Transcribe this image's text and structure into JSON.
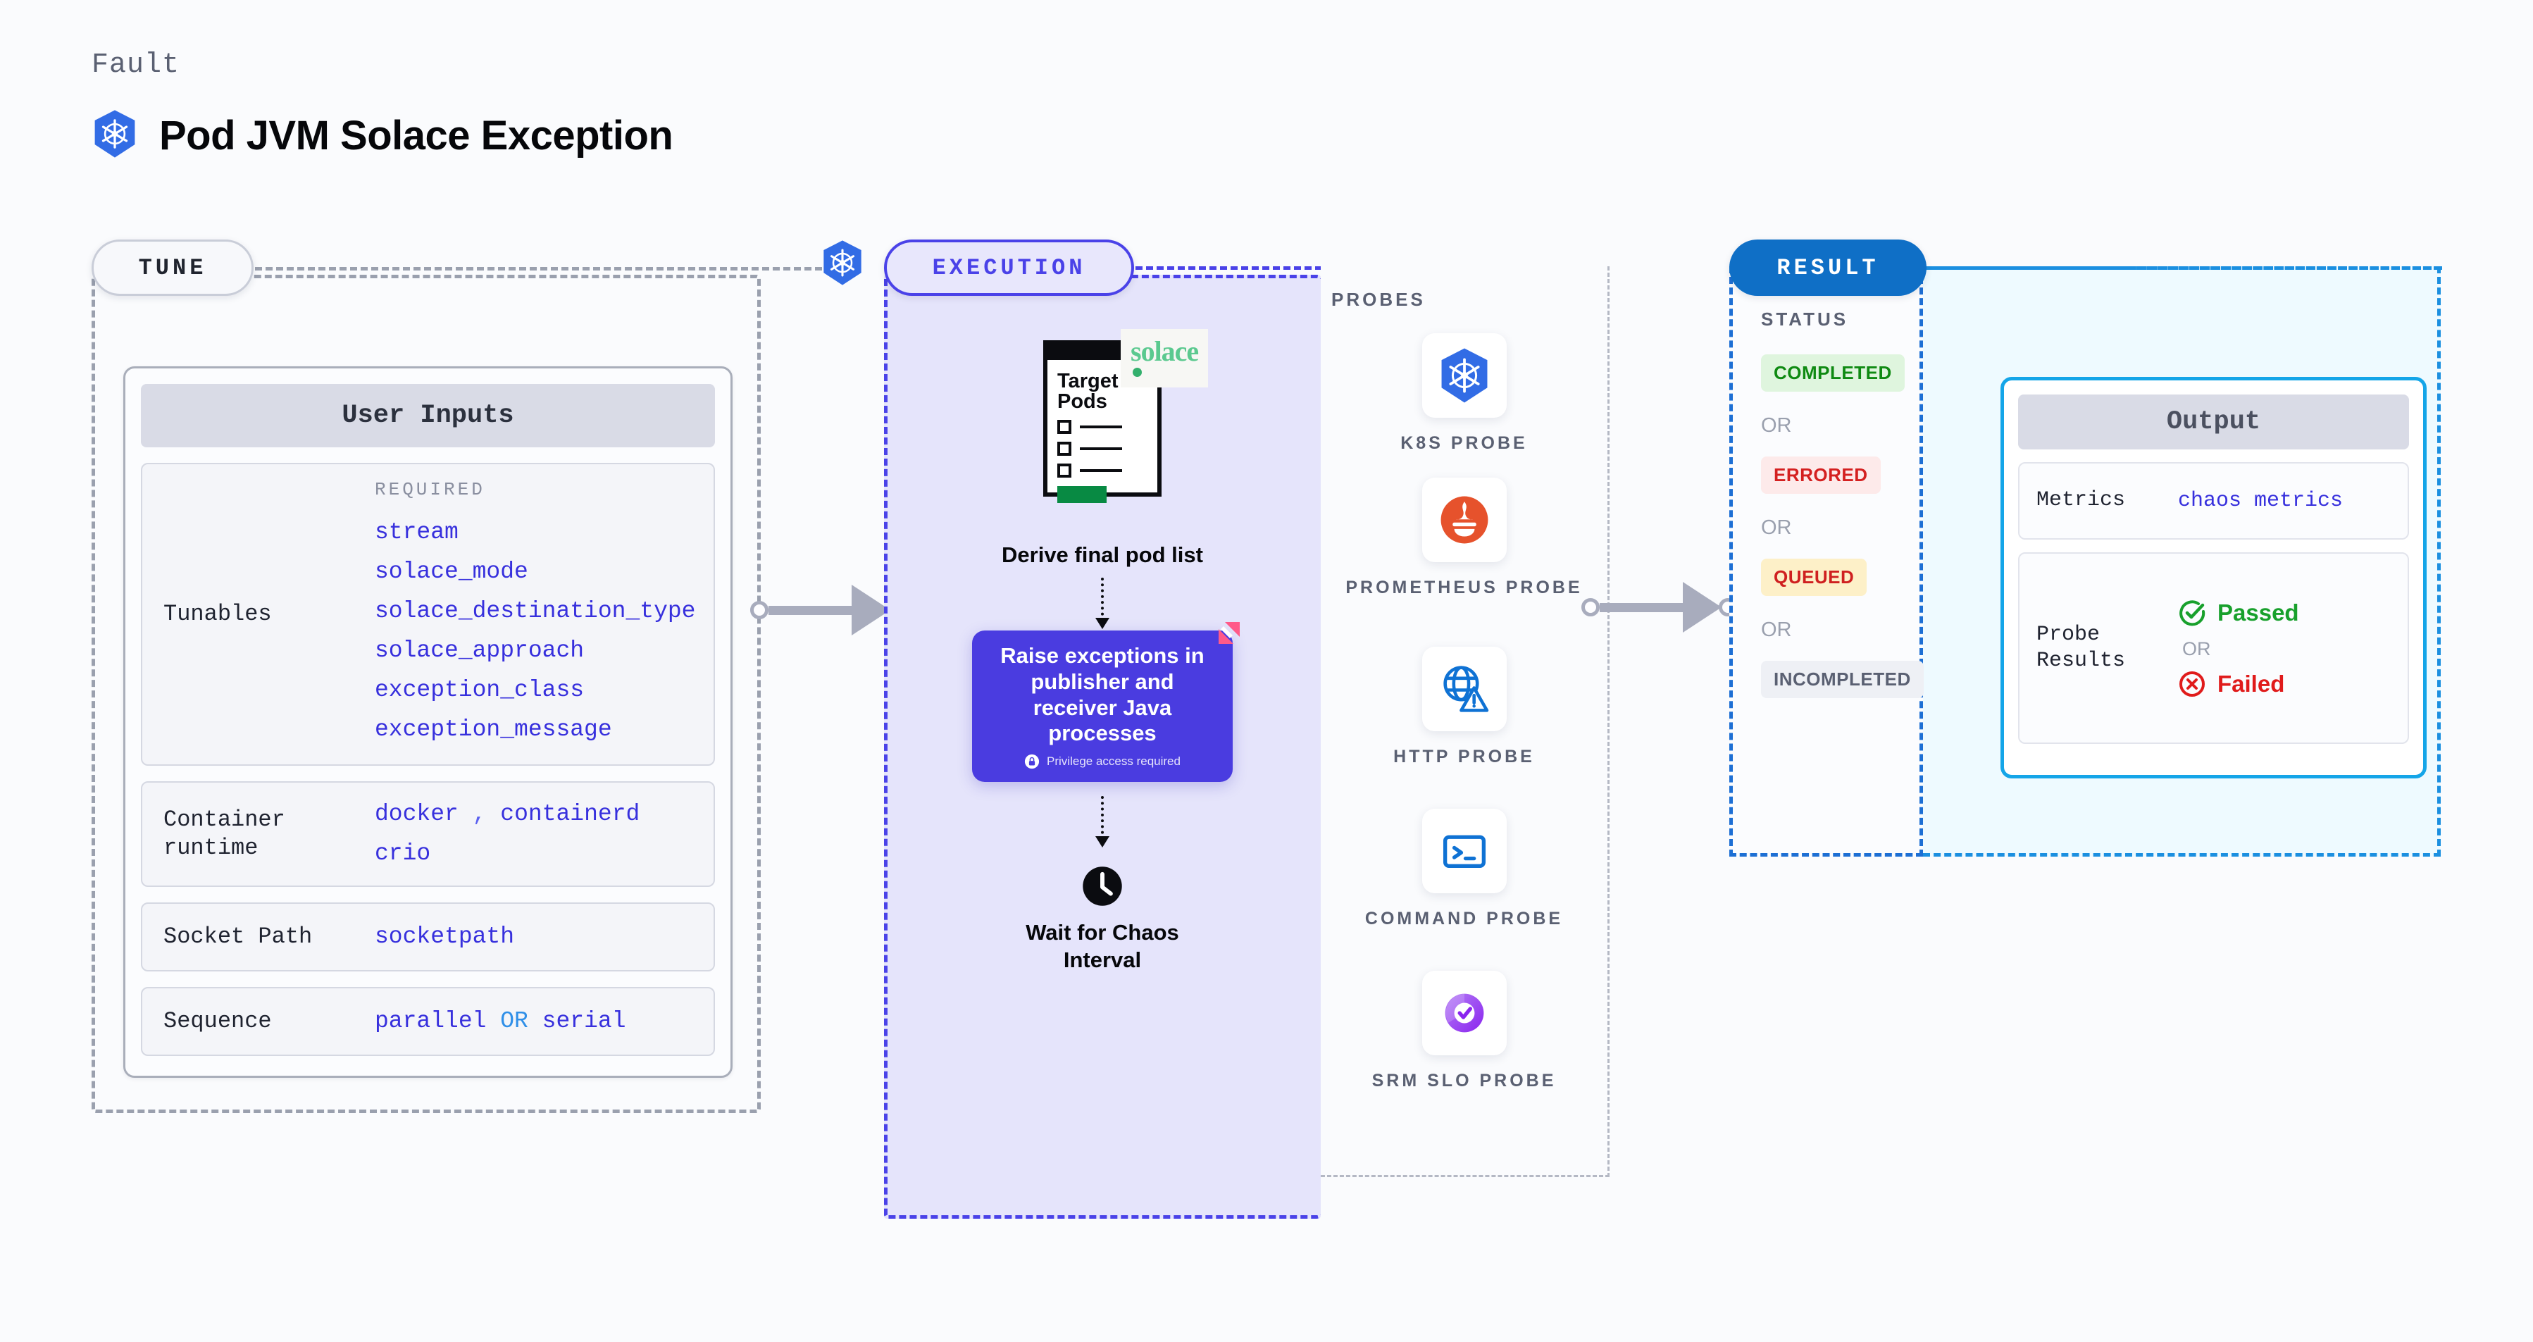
{
  "header": {
    "eyebrow": "Fault",
    "title": "Pod JVM Solace Exception",
    "icon": "kubernetes-icon"
  },
  "colors": {
    "accent_purple": "#4a42e8",
    "accent_blue": "#1b8fe0",
    "result_pill": "#0f6fc6",
    "value_text": "#3730dd",
    "muted": "#5a6072",
    "kubernetes": "#326ce5",
    "prometheus": "#e6522c",
    "solace_green": "#5bc98f",
    "litmus_pink": "#ff5a8a",
    "passed_green": "#18a02c",
    "failed_red": "#e01b1b"
  },
  "tune": {
    "pill_label": "TUNE",
    "badge_icon": "kubernetes-icon",
    "user_inputs": {
      "title": "User Inputs",
      "rows": [
        {
          "label": "Tunables",
          "required_caption": "REQUIRED",
          "values": [
            "stream",
            "solace_mode",
            "solace_destination_type",
            "solace_approach",
            "exception_class",
            "exception_message"
          ]
        },
        {
          "label": "Container runtime",
          "values_line1_a": "docker",
          "values_line1_sep": ",",
          "values_line1_b": "containerd",
          "values_line2": "crio"
        },
        {
          "label": "Socket Path",
          "value": "socketpath"
        },
        {
          "label": "Sequence",
          "value_a": "parallel",
          "value_or": "OR",
          "value_b": "serial"
        }
      ]
    }
  },
  "execution": {
    "pill_label": "EXECUTION",
    "flow": {
      "document": {
        "heading_line1": "Target",
        "heading_line2": "Pods",
        "brand": "solace",
        "brand_icon": "solace-dot-icon"
      },
      "derive_caption": "Derive final pod list",
      "action_card": {
        "text": "Raise exceptions in publisher and receiver Java processes",
        "privilege_note": "Privilege access required",
        "lock_icon": "lock-icon",
        "corner_icon": "litmus-chaos-icon"
      },
      "wait": {
        "icon": "clock-icon",
        "caption_line1": "Wait for Chaos",
        "caption_line2": "Interval"
      }
    },
    "probes": {
      "caption": "PROBES",
      "items": [
        {
          "label": "K8S PROBE",
          "icon": "kubernetes-icon"
        },
        {
          "label": "PROMETHEUS PROBE",
          "icon": "prometheus-icon"
        },
        {
          "label": "HTTP PROBE",
          "icon": "globe-warning-icon"
        },
        {
          "label": "COMMAND PROBE",
          "icon": "terminal-icon"
        },
        {
          "label": "SRM SLO PROBE",
          "icon": "srm-slo-icon"
        }
      ]
    }
  },
  "result": {
    "pill_label": "RESULT",
    "status_caption": "STATUS",
    "or_label": "OR",
    "statuses": [
      {
        "label": "COMPLETED",
        "bg": "#dff5de",
        "fg": "#0f8a12"
      },
      {
        "label": "ERRORED",
        "bg": "#fdeaea",
        "fg": "#d42020"
      },
      {
        "label": "QUEUED",
        "bg": "#fdf0c8",
        "fg": "#cf2020"
      },
      {
        "label": "INCOMPLETED",
        "bg": "#eef0f5",
        "fg": "#5a6072"
      }
    ],
    "output": {
      "title": "Output",
      "metrics_label": "Metrics",
      "metrics_value": "chaos metrics",
      "probe_results_label": "Probe Results",
      "passed_label": "Passed",
      "passed_icon": "check-circle-icon",
      "or_label": "OR",
      "failed_label": "Failed",
      "failed_icon": "x-circle-icon"
    }
  }
}
